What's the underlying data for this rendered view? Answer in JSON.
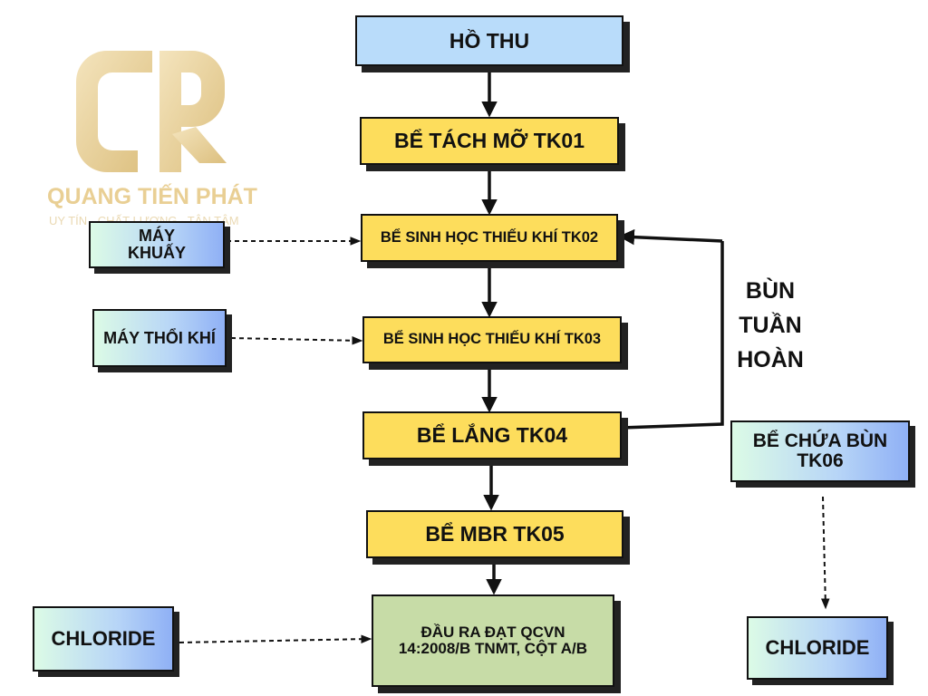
{
  "logo": {
    "company": "QUANG TIẾN PHÁT",
    "tagline": "UY TÍN - CHẤT LƯỢNG - TẬN TÂM",
    "brand_color": "#e9cf94"
  },
  "nodes": {
    "ho_thu": "HỒ THU",
    "tk01": "BỂ TÁCH MỠ TK01",
    "tk02": "BỂ SINH HỌC THIẾU KHÍ TK02",
    "tk03": "BỂ SINH HỌC THIẾU KHÍ TK03",
    "tk04": "BỂ LẮNG TK04",
    "tk05": "BỂ MBR TK05",
    "output": "ĐẦU RA ĐẠT QCVN 14:2008/B TNMT, CỘT A/B",
    "may_khuay": "MÁY KHUẤY",
    "may_thoi_khi": "MÁY THỔI KHÍ",
    "chloride_left": "CHLORIDE",
    "tk06": "BỂ CHỨA BÙN TK06",
    "chloride_right": "CHLORIDE"
  },
  "recirculation_label": [
    "BÙN",
    "TUẦN",
    "HOÀN"
  ],
  "colors": {
    "process": "#fddd5c",
    "intake": "#b9dcfa",
    "output": "#c7dca7",
    "equipment_start": "#dcfbe6",
    "equipment_end": "#8fb0f5"
  }
}
